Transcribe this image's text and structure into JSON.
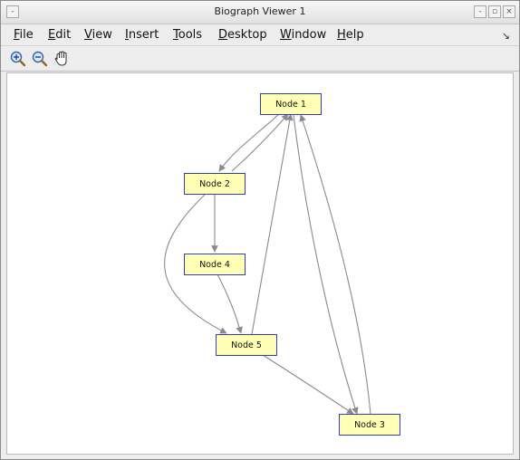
{
  "window": {
    "title": "Biograph Viewer 1",
    "minimize_glyph": "-",
    "maximize_glyph": "▫",
    "close_glyph": "×"
  },
  "menu": {
    "items": [
      {
        "label": "File",
        "u": "F",
        "rest": "ile"
      },
      {
        "label": "Edit",
        "u": "E",
        "rest": "dit"
      },
      {
        "label": "View",
        "u": "V",
        "rest": "iew"
      },
      {
        "label": "Insert",
        "u": "I",
        "rest": "nsert"
      },
      {
        "label": "Tools",
        "u": "T",
        "rest": "ools"
      },
      {
        "label": "Desktop",
        "u": "D",
        "rest": "esktop"
      },
      {
        "label": "Window",
        "u": "W",
        "rest": "indow"
      },
      {
        "label": "Help",
        "u": "H",
        "rest": "elp"
      }
    ],
    "dock_glyph": "↘"
  },
  "toolbar": {
    "tools": [
      "zoom-in-icon",
      "zoom-out-icon",
      "pan-hand-icon"
    ]
  },
  "graph": {
    "nodes": [
      {
        "id": "n1",
        "label": "Node 1"
      },
      {
        "id": "n2",
        "label": "Node 2"
      },
      {
        "id": "n4",
        "label": "Node 4"
      },
      {
        "id": "n5",
        "label": "Node 5"
      },
      {
        "id": "n3",
        "label": "Node 3"
      }
    ],
    "edges": [
      {
        "from": "Node 1",
        "to": "Node 2"
      },
      {
        "from": "Node 2",
        "to": "Node 1"
      },
      {
        "from": "Node 2",
        "to": "Node 4"
      },
      {
        "from": "Node 2",
        "to": "Node 5"
      },
      {
        "from": "Node 4",
        "to": "Node 5"
      },
      {
        "from": "Node 5",
        "to": "Node 1"
      },
      {
        "from": "Node 5",
        "to": "Node 3"
      },
      {
        "from": "Node 1",
        "to": "Node 3"
      },
      {
        "from": "Node 3",
        "to": "Node 1"
      }
    ],
    "colors": {
      "node_fill": "#ffffb6",
      "node_border": "#2f3dbd",
      "edge": "#8a8a8a"
    }
  }
}
